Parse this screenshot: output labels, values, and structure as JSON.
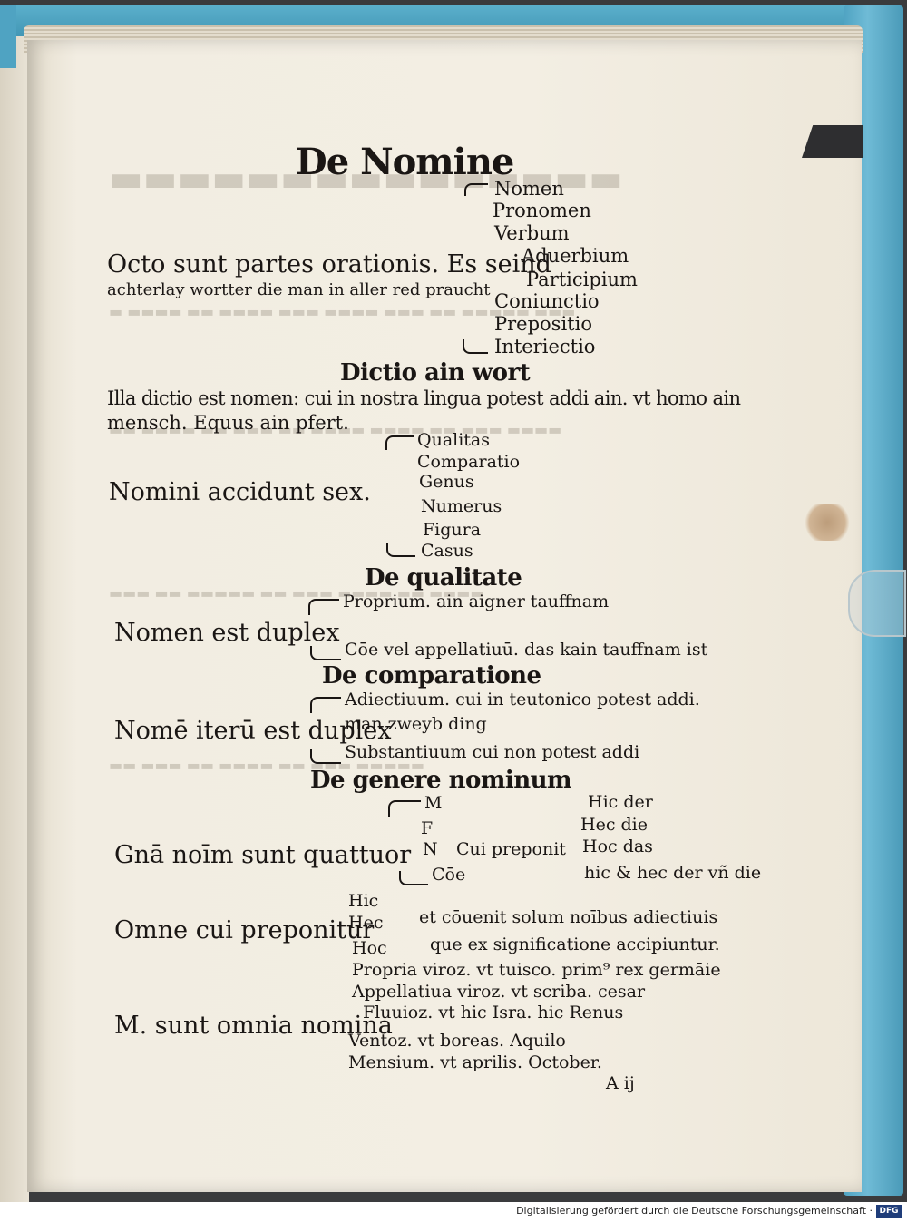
{
  "page": {
    "title": "De Nomine",
    "parts_list": [
      "Nomen",
      "Pronomen",
      "Verbum",
      "Aduerbium",
      "Participium",
      "Coniunctio",
      "Prepositio",
      "Interiectio"
    ],
    "octo_line1": "Octo sunt partes orationis. Es seind",
    "octo_line2": "achterlay wortter die man in aller red praucht",
    "dictio_heading": "Dictio ain wort",
    "illa_line1": "Illa dictio est nomen: cui in nostra lingua potest addi ain. vt homo ain",
    "illa_line2": "mensch. Equus ain pfert.",
    "accidents": [
      "Qualitas",
      "Comparatio",
      "Genus",
      "Numerus",
      "Figura",
      "Casus"
    ],
    "accidunt_label": "Nomini accidunt sex.",
    "qualitate_heading": "De qualitate",
    "proprium_line": "Proprium. ain aigner tauffnam",
    "duplex1_label": "Nomen est duplex",
    "commune_line": "Cōe vel appellatiuū. das kain tauffnam ist",
    "comparatione_heading": "De comparatione",
    "adiectiuum_line1": "Adiectiuum. cui in teutonico potest addi.",
    "adiectiuum_line2": "man zweyb ding",
    "duplex2_label": "Nomē iterū est duplex",
    "substantiuum_line": "Substantiuum cui non potest addi",
    "genere_heading": "De genere nominum",
    "genera": [
      "M",
      "F",
      "N",
      "Cōe"
    ],
    "cui_preponitur": "Cui preponit",
    "articles": [
      "Hic der",
      "Hec die",
      "Hoc das",
      "hic & hec der vñ die"
    ],
    "genera_label": "Gnā noīm sunt quattuor",
    "omne_label": "Omne cui preponitur",
    "hic_hec_hoc": [
      "Hic",
      "Hec",
      "Hoc"
    ],
    "conuenit_line": "et cōuenit solum noībus adiectiuis",
    "significatione_line": "que ex significatione accipiuntur.",
    "masculina_label": "M. sunt omnia nomina",
    "masculina_list": [
      "Propria viroz. vt tuisco. prim⁹ rex germāie",
      "Appellatiua viroz. vt scriba. cesar",
      "Fluuioz. vt hic Isra. hic Renus",
      "Ventoz. vt boreas. Aquilo",
      "Mensium. vt aprilis. October."
    ],
    "signature": "A ij"
  },
  "footer": {
    "text": "Digitalisierung gefördert durch die Deutsche Forschungsgemeinschaft ·",
    "logo": "DFG"
  }
}
